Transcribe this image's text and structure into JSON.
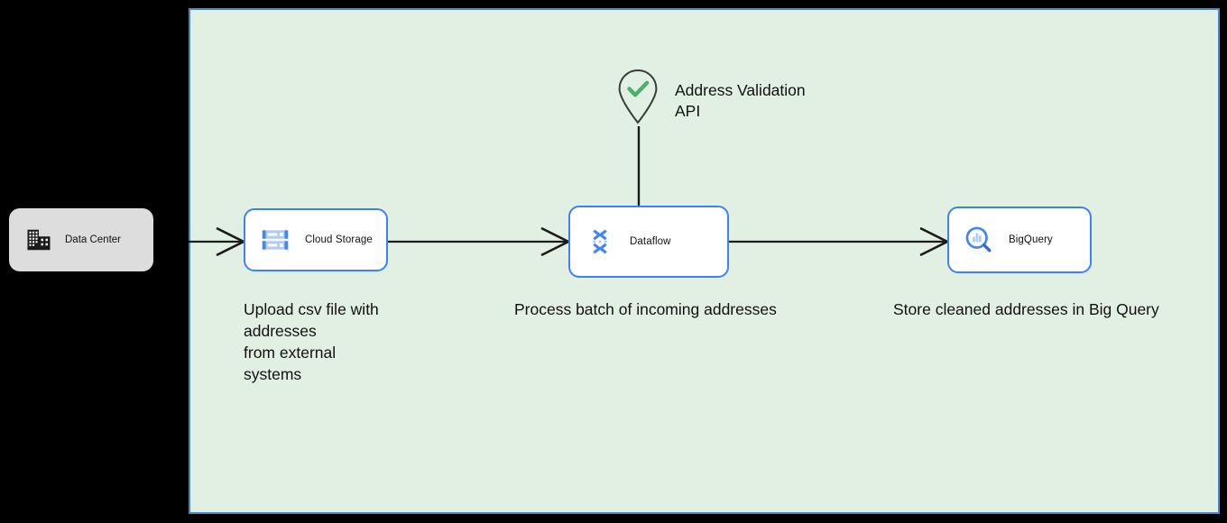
{
  "diagram": {
    "container": {
      "name": "google-cloud-project-boundary",
      "background_color": "#e2f0e4",
      "border_color": "#4a86c8"
    },
    "nodes": [
      {
        "id": "data-center",
        "label": "Data Center",
        "icon": "data-center-building-icon",
        "style": "on-premise",
        "background_color": "#dddddd"
      },
      {
        "id": "cloud-storage",
        "label": "Cloud Storage",
        "icon": "cloud-storage-icon",
        "style": "gcp-service",
        "border_color": "#3b82f6"
      },
      {
        "id": "dataflow",
        "label": "Dataflow",
        "icon": "dataflow-icon",
        "style": "gcp-service",
        "border_color": "#3b82f6"
      },
      {
        "id": "bigquery",
        "label": "BigQuery",
        "icon": "bigquery-icon",
        "style": "gcp-service",
        "border_color": "#3b82f6"
      },
      {
        "id": "address-validation-api",
        "label": "Address Validation\nAPI",
        "label_line1": "Address Validation",
        "label_line2": "API",
        "icon": "map-pin-check-icon",
        "icon_accent_color": "#4caf6e",
        "style": "external-api"
      }
    ],
    "captions": {
      "cloud_storage": {
        "line1": "Upload csv file with",
        "line2": "addresses",
        "line3": "from external",
        "line4": "systems"
      },
      "dataflow": "Process batch of incoming addresses",
      "bigquery": "Store cleaned addresses in Big Query"
    },
    "connectors": [
      {
        "id": "data-center-to-cloud-storage",
        "from": "data-center",
        "to": "cloud-storage",
        "arrow": "open-arrow",
        "direction": "right"
      },
      {
        "id": "cloud-storage-to-dataflow",
        "from": "cloud-storage",
        "to": "dataflow",
        "arrow": "open-arrow",
        "direction": "right"
      },
      {
        "id": "dataflow-to-bigquery",
        "from": "dataflow",
        "to": "bigquery",
        "arrow": "open-arrow",
        "direction": "right"
      },
      {
        "id": "address-api-to-dataflow",
        "from": "address-validation-api",
        "to": "dataflow",
        "arrow": "none",
        "direction": "down"
      }
    ]
  }
}
